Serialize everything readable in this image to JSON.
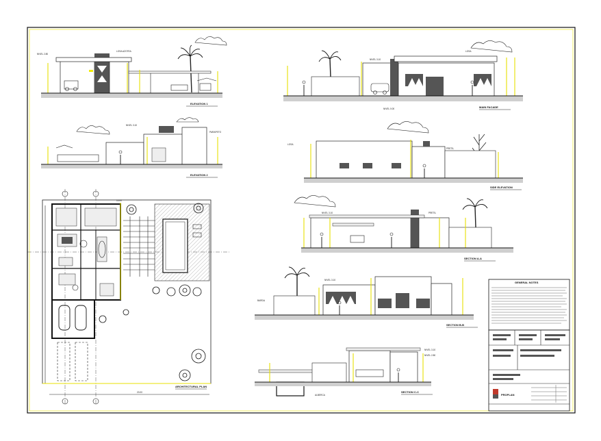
{
  "sheet": {
    "views": [
      {
        "id": "elev-1",
        "label": "ELEVATION 1"
      },
      {
        "id": "elev-2",
        "label": "ELEVATION 2"
      },
      {
        "id": "elev-3",
        "label": "MAIN FACADE"
      },
      {
        "id": "elev-4",
        "label": "SIDE ELEVATION"
      },
      {
        "id": "section-a",
        "label": "SECTION A-A"
      },
      {
        "id": "section-b",
        "label": "SECTION B-B"
      },
      {
        "id": "section-c",
        "label": "SECTION C-C"
      },
      {
        "id": "floor-plan",
        "label": "ARCHITECTURAL PLAN"
      }
    ],
    "title_block": {
      "logo_text": "PROPLAN",
      "notes_title": "GENERAL NOTES"
    }
  }
}
